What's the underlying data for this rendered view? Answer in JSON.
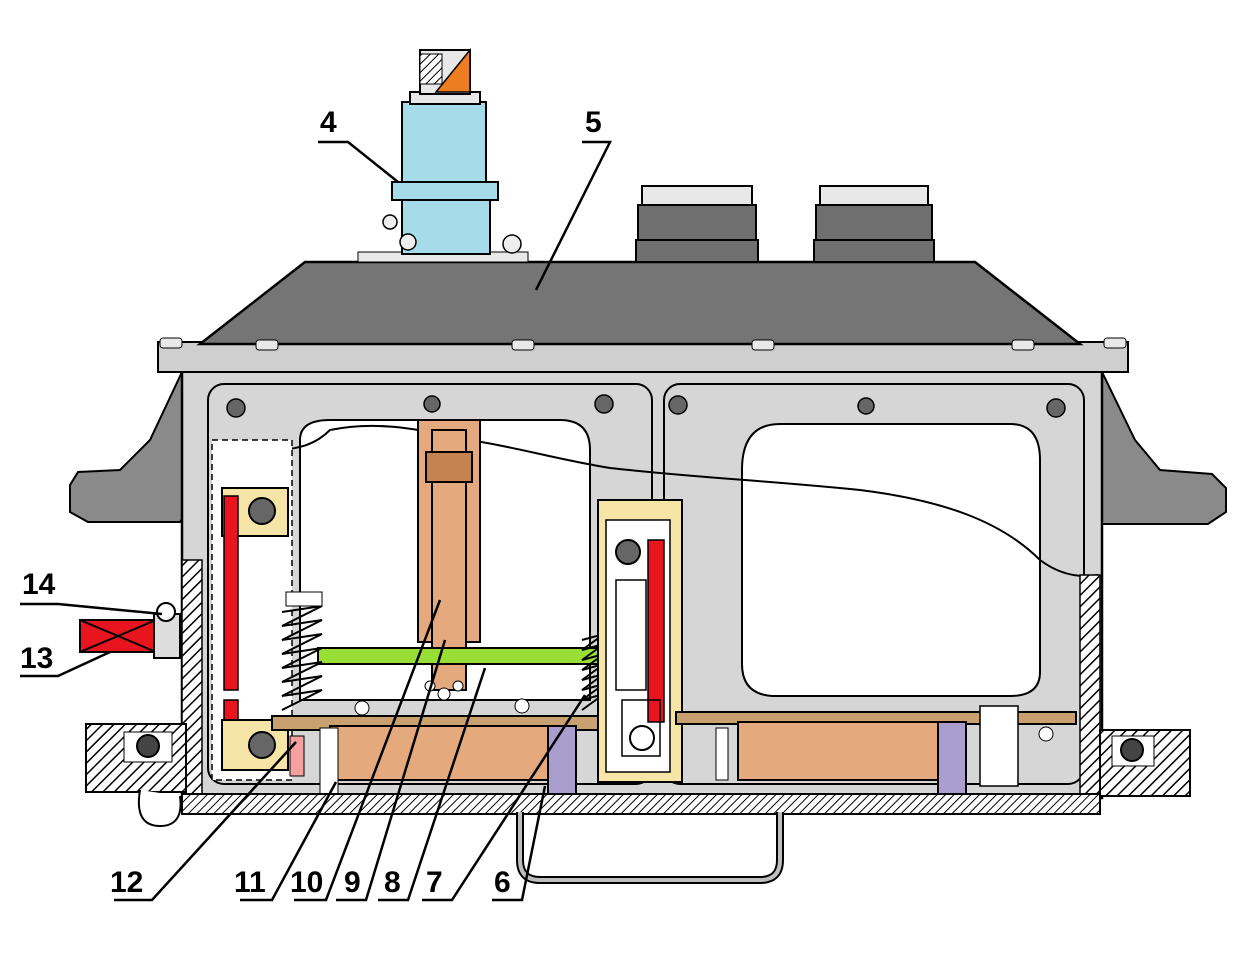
{
  "colors": {
    "cover": "#757575",
    "frame": "#d6d6d6",
    "frame_dark": "#8a8a8a",
    "interior": "#ffffff",
    "copper": "#e4a97d",
    "copper_dark": "#c68250",
    "insulator": "#a6dcea",
    "warning": "#ed7d20",
    "terminal": "#e9151e",
    "board": "#98df35",
    "clamp": "#f6e5a6",
    "spacer": "#a99ecd",
    "hatch": "#000000"
  },
  "callouts": [
    {
      "id": "4",
      "label": "4"
    },
    {
      "id": "5",
      "label": "5"
    },
    {
      "id": "6",
      "label": "6"
    },
    {
      "id": "7",
      "label": "7"
    },
    {
      "id": "8",
      "label": "8"
    },
    {
      "id": "9",
      "label": "9"
    },
    {
      "id": "10",
      "label": "10"
    },
    {
      "id": "11",
      "label": "11"
    },
    {
      "id": "12",
      "label": "12"
    },
    {
      "id": "13",
      "label": "13"
    },
    {
      "id": "14",
      "label": "14"
    }
  ]
}
